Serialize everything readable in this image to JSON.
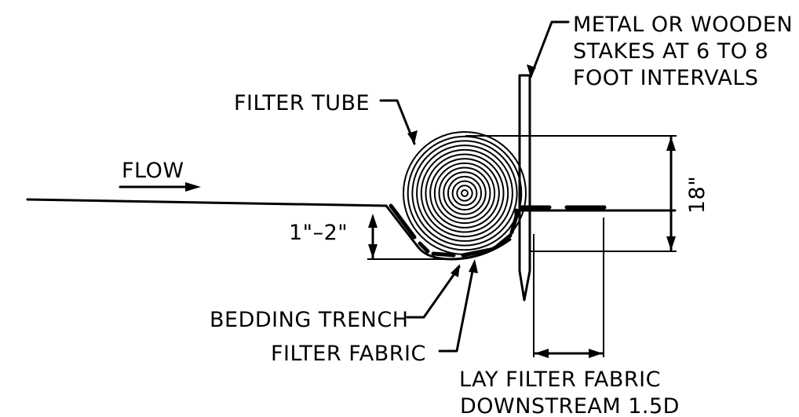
{
  "labels": {
    "stakes_line1": "METAL OR WOODEN",
    "stakes_line2": "STAKES AT 6 TO 8",
    "stakes_line3": "FOOT INTERVALS",
    "filter_tube": "FILTER TUBE",
    "flow": "FLOW",
    "dimension_18": "18\"",
    "dimension_depth": "1\"–2\"",
    "bedding_trench": "BEDDING TRENCH",
    "filter_fabric": "FILTER FABRIC",
    "lay_line1": "LAY FILTER FABRIC",
    "lay_line2": "DOWNSTREAM 1.5D"
  },
  "tube": {
    "ring_count": 14
  },
  "colors": {
    "ink": "#000000",
    "background": "#ffffff"
  }
}
